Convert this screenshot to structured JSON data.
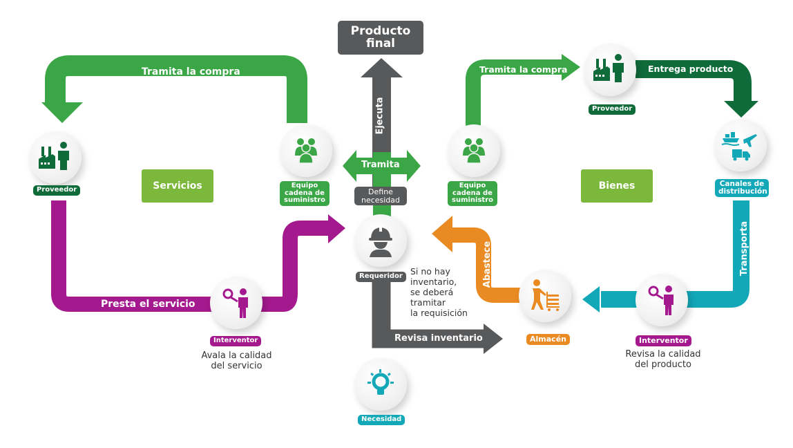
{
  "colors": {
    "green": "#3aa646",
    "dark_green": "#0f6b3a",
    "light_green": "#7cb83b",
    "magenta": "#a5198e",
    "gray": "#58595b",
    "orange": "#ea8a22",
    "teal": "#12a8b8"
  },
  "center": {
    "final_product": "Producto final",
    "final_product_line1": "Producto",
    "final_product_line2": "final",
    "executes": "Ejecuta",
    "processes": "Tramita",
    "define_need_line1": "Define",
    "define_need_line2": "necesidad",
    "requester": "Requeridor",
    "need": "Necesidad",
    "review_inventory": "Revisa inventario",
    "note_lines": [
      "Si no hay",
      "inventario,",
      "se deberá",
      "tramitar",
      "la requisición"
    ]
  },
  "services": {
    "title": "Servicios",
    "purchase_arrow": "Tramita la compra",
    "supplier": "Proveedor",
    "supply_team_lines": [
      "Equipo",
      "cadena de",
      "suministro"
    ],
    "provides_service": "Presta el servicio",
    "inspector": "Interventor",
    "inspector_desc_lines": [
      "Avala la calidad",
      "del servicio"
    ]
  },
  "goods": {
    "title": "Bienes",
    "purchase_arrow": "Tramita la compra",
    "supplier": "Proveedor",
    "supply_team_lines": [
      "Equipo",
      "cadena de",
      "suministro"
    ],
    "delivers_product": "Entrega producto",
    "distribution_lines": [
      "Canales de",
      "distribución"
    ],
    "transports": "Transporta",
    "inspector": "Interventor",
    "inspector_desc_lines": [
      "Revisa la calidad",
      "del producto"
    ],
    "warehouse": "Almacén",
    "supplies": "Abastece"
  },
  "icons": {
    "supplier": "factory-person-icon",
    "team": "group-icon",
    "requester": "worker-helmet-icon",
    "need": "lightbulb-icon",
    "inspector": "magnifier-person-icon",
    "warehouse": "cart-worker-icon",
    "distribution": "ship-plane-truck-icon"
  }
}
